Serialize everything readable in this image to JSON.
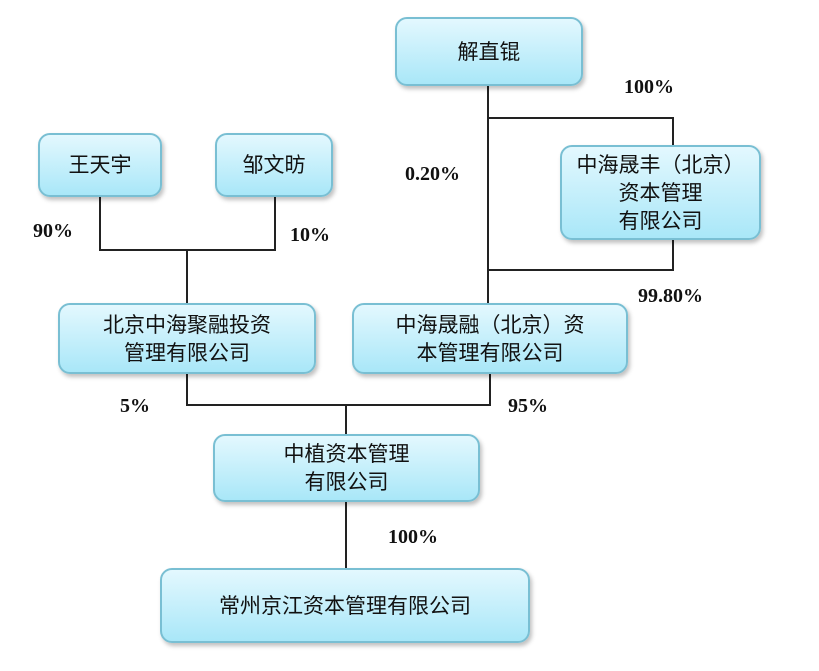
{
  "entities": {
    "xie": "解直锟",
    "wang": "王天宇",
    "zou": "邹文昉",
    "zhsf": "中海晟丰（北京）\n资本管理\n有限公司",
    "bjzh": "北京中海聚融投资\n管理有限公司",
    "zhsr": "中海晟融（北京）资\n本管理有限公司",
    "zz": "中植资本管理\n有限公司",
    "cz": "常州京江资本管理有限公司"
  },
  "percentages": {
    "xie_zhsf": "100%",
    "xie_zhsr": "0.20%",
    "zhsf_zhsr": "99.80%",
    "wang_bjzh": "90%",
    "zou_bjzh": "10%",
    "bjzh_zz": "5%",
    "zhsr_zz": "95%",
    "zz_cz": "100%"
  }
}
